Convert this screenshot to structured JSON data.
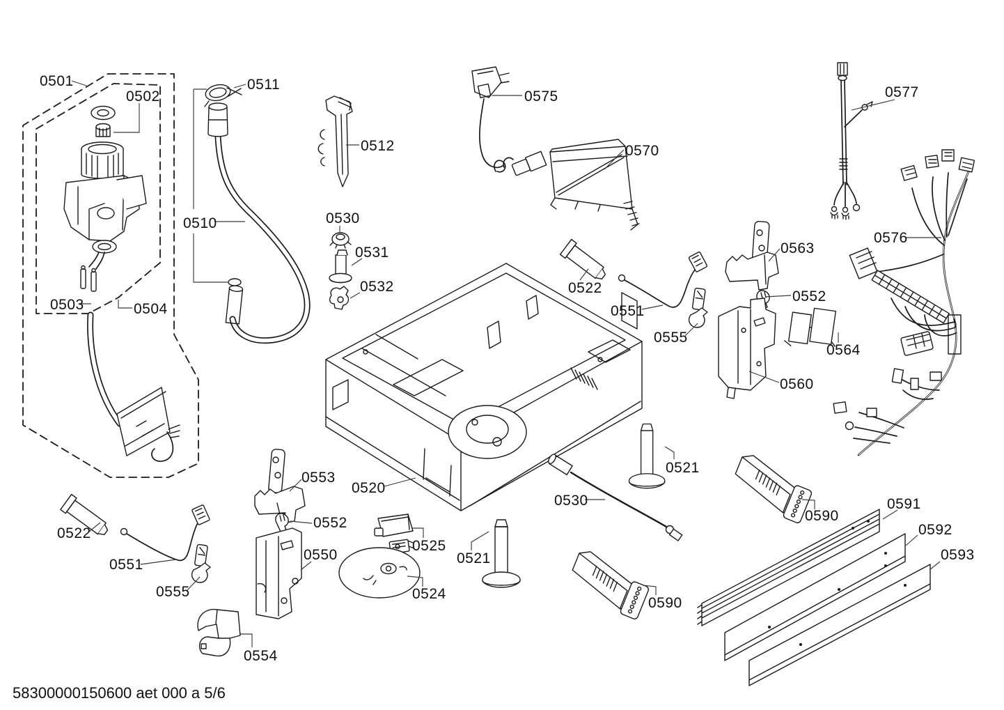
{
  "footer": "58300000150600 aet 000 a 5/6",
  "colors": {
    "line": "#1a1a1a",
    "background": "#ffffff"
  },
  "callouts": [
    {
      "label": "0501"
    },
    {
      "label": "0502"
    },
    {
      "label": "0503"
    },
    {
      "label": "0504"
    },
    {
      "label": "0510"
    },
    {
      "label": "0511"
    },
    {
      "label": "0512"
    },
    {
      "label": "0530"
    },
    {
      "label": "0531"
    },
    {
      "label": "0532"
    },
    {
      "label": "0575"
    },
    {
      "label": "0570"
    },
    {
      "label": "0577"
    },
    {
      "label": "0576"
    },
    {
      "label": "0563"
    },
    {
      "label": "0552"
    },
    {
      "label": "0564"
    },
    {
      "label": "0560"
    },
    {
      "label": "0522"
    },
    {
      "label": "0551"
    },
    {
      "label": "0555"
    },
    {
      "label": "0520"
    },
    {
      "label": "0553"
    },
    {
      "label": "0552"
    },
    {
      "label": "0550"
    },
    {
      "label": "0554"
    },
    {
      "label": "0522"
    },
    {
      "label": "0551"
    },
    {
      "label": "0555"
    },
    {
      "label": "0525"
    },
    {
      "label": "0524"
    },
    {
      "label": "0521"
    },
    {
      "label": "0530"
    },
    {
      "label": "0521"
    },
    {
      "label": "0590"
    },
    {
      "label": "0590"
    },
    {
      "label": "0591"
    },
    {
      "label": "0592"
    },
    {
      "label": "0593"
    }
  ]
}
